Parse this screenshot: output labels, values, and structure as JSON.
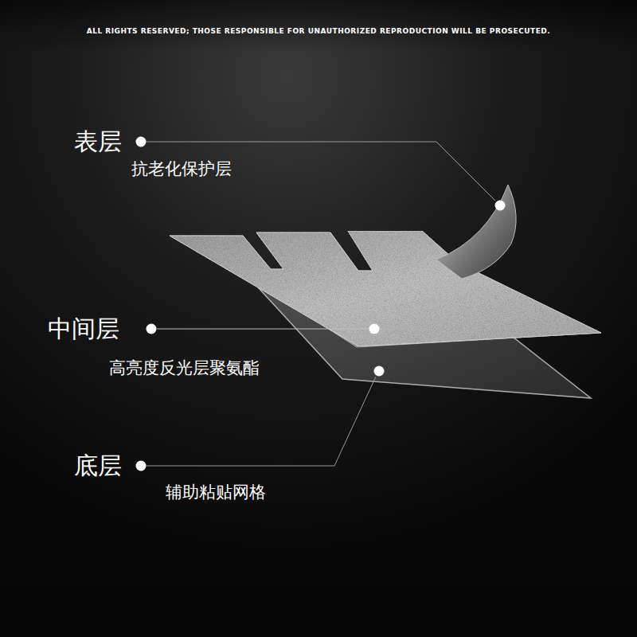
{
  "diagram": {
    "labels": [
      "ALL RIGHTS RESERVED; THOSE RESPONSIBLE FOR UNAUTHORIZED REPRODUCTION WILL BE PROSECUTED.",
      "表层",
      "抗老化保护层",
      "中间层",
      "高亮度反光层聚氨酯",
      "底层",
      "辅助粘贴网格"
    ]
  }
}
